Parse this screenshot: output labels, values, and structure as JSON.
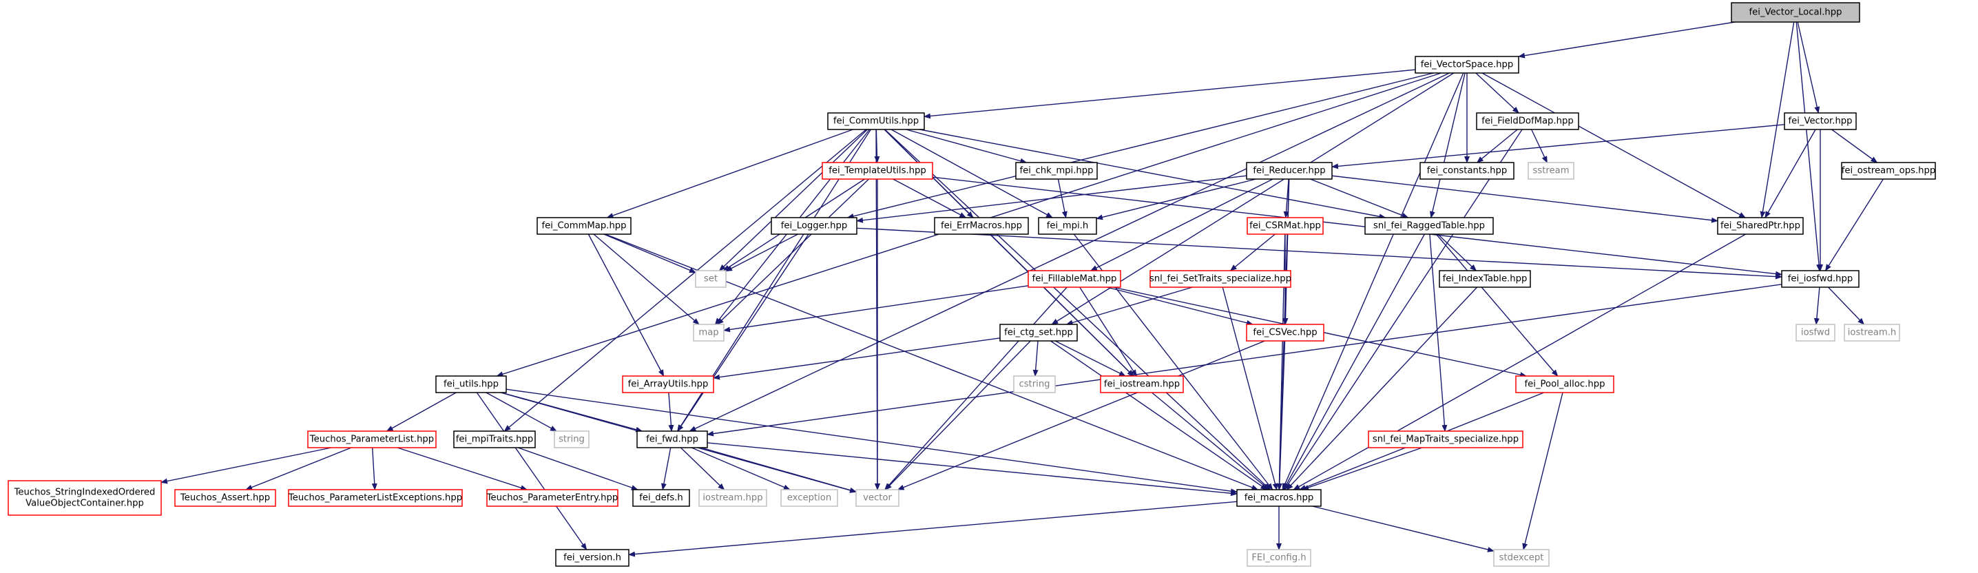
{
  "colors": {
    "edge": "#191970",
    "root_fill": "#bfbfbf",
    "node_fill": "#ffffff",
    "documented_border": "#000000",
    "undocumented_border": "#ff0000",
    "system_border": "#bfbfbf",
    "text": "#000000",
    "system_text": "#7f7f7f"
  },
  "nodes": [
    {
      "id": "n_root",
      "label": "fei_Vector_Local.hpp",
      "kind": "root"
    },
    {
      "id": "n_vectorspace",
      "label": "fei_VectorSpace.hpp",
      "kind": "documented"
    },
    {
      "id": "n_commutils",
      "label": "fei_CommUtils.hpp",
      "kind": "documented"
    },
    {
      "id": "n_fielddofmap",
      "label": "fei_FieldDofMap.hpp",
      "kind": "documented"
    },
    {
      "id": "n_vector",
      "label": "fei_Vector.hpp",
      "kind": "documented"
    },
    {
      "id": "n_templateutils",
      "label": "fei_TemplateUtils.hpp",
      "kind": "undocumented"
    },
    {
      "id": "n_chkmpi",
      "label": "fei_chk_mpi.hpp",
      "kind": "documented"
    },
    {
      "id": "n_reducer",
      "label": "fei_Reducer.hpp",
      "kind": "documented"
    },
    {
      "id": "n_constants",
      "label": "fei_constants.hpp",
      "kind": "documented"
    },
    {
      "id": "n_sstream",
      "label": "sstream",
      "kind": "system"
    },
    {
      "id": "n_ostreamops",
      "label": "fei_ostream_ops.hpp",
      "kind": "documented"
    },
    {
      "id": "n_commmap",
      "label": "fei_CommMap.hpp",
      "kind": "documented"
    },
    {
      "id": "n_logger",
      "label": "fei_Logger.hpp",
      "kind": "documented"
    },
    {
      "id": "n_errmacros",
      "label": "fei_ErrMacros.hpp",
      "kind": "documented"
    },
    {
      "id": "n_mpih",
      "label": "fei_mpi.h",
      "kind": "documented"
    },
    {
      "id": "n_csrmat",
      "label": "fei_CSRMat.hpp",
      "kind": "undocumented"
    },
    {
      "id": "n_raggedtable",
      "label": "snl_fei_RaggedTable.hpp",
      "kind": "documented"
    },
    {
      "id": "n_sharedptr",
      "label": "fei_SharedPtr.hpp",
      "kind": "documented"
    },
    {
      "id": "n_set",
      "label": "set",
      "kind": "system"
    },
    {
      "id": "n_settraits",
      "label": "snl_fei_SetTraits_specialize.hpp",
      "kind": "undocumented"
    },
    {
      "id": "n_fillablemat",
      "label": "fei_FillableMat.hpp",
      "kind": "undocumented"
    },
    {
      "id": "n_indextable",
      "label": "fei_IndexTable.hpp",
      "kind": "documented"
    },
    {
      "id": "n_iosfwd",
      "label": "fei_iosfwd.hpp",
      "kind": "documented"
    },
    {
      "id": "n_map",
      "label": "map",
      "kind": "system"
    },
    {
      "id": "n_ctgset",
      "label": "fei_ctg_set.hpp",
      "kind": "documented"
    },
    {
      "id": "n_csvec",
      "label": "fei_CSVec.hpp",
      "kind": "undocumented"
    },
    {
      "id": "n_iosfwd_sys",
      "label": "iosfwd",
      "kind": "system"
    },
    {
      "id": "n_iostreamh",
      "label": "iostream.h",
      "kind": "system"
    },
    {
      "id": "n_cstring",
      "label": "cstring",
      "kind": "system"
    },
    {
      "id": "n_arrayutils",
      "label": "fei_ArrayUtils.hpp",
      "kind": "undocumented"
    },
    {
      "id": "n_feiiostream",
      "label": "fei_iostream.hpp",
      "kind": "undocumented"
    },
    {
      "id": "n_poolalloc",
      "label": "fei_Pool_alloc.hpp",
      "kind": "undocumented"
    },
    {
      "id": "n_utils",
      "label": "fei_utils.hpp",
      "kind": "documented"
    },
    {
      "id": "n_paramlist",
      "label": "Teuchos_ParameterList.hpp",
      "kind": "undocumented"
    },
    {
      "id": "n_mpitraits",
      "label": "fei_mpiTraits.hpp",
      "kind": "documented"
    },
    {
      "id": "n_string",
      "label": "string",
      "kind": "system"
    },
    {
      "id": "n_fwd",
      "label": "fei_fwd.hpp",
      "kind": "documented"
    },
    {
      "id": "n_maptraits",
      "label": "snl_fei_MapTraits_specialize.hpp",
      "kind": "undocumented"
    },
    {
      "id": "n_stringindexed",
      "label": "Teuchos_StringIndexedOrdered\nValueObjectContainer.hpp",
      "kind": "undocumented"
    },
    {
      "id": "n_assert",
      "label": "Teuchos_Assert.hpp",
      "kind": "undocumented"
    },
    {
      "id": "n_plexceptions",
      "label": "Teuchos_ParameterListExceptions.hpp",
      "kind": "undocumented"
    },
    {
      "id": "n_paramentry",
      "label": "Teuchos_ParameterEntry.hpp",
      "kind": "undocumented"
    },
    {
      "id": "n_defs",
      "label": "fei_defs.h",
      "kind": "documented"
    },
    {
      "id": "n_iostreamhpp",
      "label": "iostream.hpp",
      "kind": "system"
    },
    {
      "id": "n_exception",
      "label": "exception",
      "kind": "system"
    },
    {
      "id": "n_vector_std",
      "label": "vector",
      "kind": "system"
    },
    {
      "id": "n_macros",
      "label": "fei_macros.hpp",
      "kind": "documented"
    },
    {
      "id": "n_version",
      "label": "fei_version.h",
      "kind": "documented"
    },
    {
      "id": "n_feiconfig",
      "label": "FEI_config.h",
      "kind": "system"
    },
    {
      "id": "n_stdexcept",
      "label": "stdexcept",
      "kind": "system"
    }
  ],
  "edges": [
    [
      "n_root",
      "n_vectorspace"
    ],
    [
      "n_root",
      "n_vector"
    ],
    [
      "n_root",
      "n_sharedptr"
    ],
    [
      "n_root",
      "n_iosfwd"
    ],
    [
      "n_vectorspace",
      "n_commutils"
    ],
    [
      "n_vectorspace",
      "n_fielddofmap"
    ],
    [
      "n_vectorspace",
      "n_constants"
    ],
    [
      "n_vectorspace",
      "n_logger"
    ],
    [
      "n_vectorspace",
      "n_raggedtable"
    ],
    [
      "n_vectorspace",
      "n_sharedptr"
    ],
    [
      "n_vectorspace",
      "n_ctgset"
    ],
    [
      "n_vectorspace",
      "n_utils"
    ],
    [
      "n_vectorspace",
      "n_fwd"
    ],
    [
      "n_vectorspace",
      "n_macros"
    ],
    [
      "n_commutils",
      "n_templateutils"
    ],
    [
      "n_commutils",
      "n_chkmpi"
    ],
    [
      "n_commutils",
      "n_commmap"
    ],
    [
      "n_commutils",
      "n_errmacros"
    ],
    [
      "n_commutils",
      "n_mpih"
    ],
    [
      "n_commutils",
      "n_raggedtable"
    ],
    [
      "n_commutils",
      "n_set"
    ],
    [
      "n_commutils",
      "n_map"
    ],
    [
      "n_commutils",
      "n_feiiostream"
    ],
    [
      "n_commutils",
      "n_mpitraits"
    ],
    [
      "n_commutils",
      "n_fwd"
    ],
    [
      "n_commutils",
      "n_vector_std"
    ],
    [
      "n_commutils",
      "n_macros"
    ],
    [
      "n_fielddofmap",
      "n_constants"
    ],
    [
      "n_fielddofmap",
      "n_sstream"
    ],
    [
      "n_fielddofmap",
      "n_macros"
    ],
    [
      "n_vector",
      "n_reducer"
    ],
    [
      "n_vector",
      "n_ostreamops"
    ],
    [
      "n_vector",
      "n_sharedptr"
    ],
    [
      "n_vector",
      "n_iosfwd"
    ],
    [
      "n_templateutils",
      "n_errmacros"
    ],
    [
      "n_templateutils",
      "n_set"
    ],
    [
      "n_templateutils",
      "n_map"
    ],
    [
      "n_templateutils",
      "n_vector_std"
    ],
    [
      "n_templateutils",
      "n_iosfwd"
    ],
    [
      "n_chkmpi",
      "n_mpih"
    ],
    [
      "n_reducer",
      "n_logger"
    ],
    [
      "n_reducer",
      "n_mpih"
    ],
    [
      "n_reducer",
      "n_csrmat"
    ],
    [
      "n_reducer",
      "n_fillablemat"
    ],
    [
      "n_reducer",
      "n_csvec"
    ],
    [
      "n_reducer",
      "n_raggedtable"
    ],
    [
      "n_reducer",
      "n_sharedptr"
    ],
    [
      "n_reducer",
      "n_macros"
    ],
    [
      "n_ostreamops",
      "n_iosfwd"
    ],
    [
      "n_commmap",
      "n_set"
    ],
    [
      "n_commmap",
      "n_map"
    ],
    [
      "n_commmap",
      "n_arrayutils"
    ],
    [
      "n_commmap",
      "n_macros"
    ],
    [
      "n_logger",
      "n_set"
    ],
    [
      "n_logger",
      "n_iosfwd"
    ],
    [
      "n_logger",
      "n_fwd"
    ],
    [
      "n_errmacros",
      "n_feiiostream"
    ],
    [
      "n_mpih",
      "n_macros"
    ],
    [
      "n_csrmat",
      "n_settraits"
    ],
    [
      "n_csrmat",
      "n_csvec"
    ],
    [
      "n_csrmat",
      "n_macros"
    ],
    [
      "n_raggedtable",
      "n_indextable"
    ],
    [
      "n_raggedtable",
      "n_poolalloc"
    ],
    [
      "n_raggedtable",
      "n_maptraits"
    ],
    [
      "n_raggedtable",
      "n_macros"
    ],
    [
      "n_sharedptr",
      "n_macros"
    ],
    [
      "n_settraits",
      "n_ctgset"
    ],
    [
      "n_settraits",
      "n_macros"
    ],
    [
      "n_fillablemat",
      "n_map"
    ],
    [
      "n_fillablemat",
      "n_csvec"
    ],
    [
      "n_fillablemat",
      "n_feiiostream"
    ],
    [
      "n_fillablemat",
      "n_poolalloc"
    ],
    [
      "n_fillablemat",
      "n_vector_std"
    ],
    [
      "n_indextable",
      "n_macros"
    ],
    [
      "n_iosfwd",
      "n_iosfwd_sys"
    ],
    [
      "n_iosfwd",
      "n_iostreamh"
    ],
    [
      "n_iosfwd",
      "n_fwd"
    ],
    [
      "n_ctgset",
      "n_cstring"
    ],
    [
      "n_ctgset",
      "n_arrayutils"
    ],
    [
      "n_ctgset",
      "n_feiiostream"
    ],
    [
      "n_ctgset",
      "n_vector_std"
    ],
    [
      "n_ctgset",
      "n_macros"
    ],
    [
      "n_csvec",
      "n_vector_std"
    ],
    [
      "n_csvec",
      "n_macros"
    ],
    [
      "n_arrayutils",
      "n_fwd"
    ],
    [
      "n_feiiostream",
      "n_macros"
    ],
    [
      "n_poolalloc",
      "n_macros"
    ],
    [
      "n_poolalloc",
      "n_stdexcept"
    ],
    [
      "n_utils",
      "n_paramlist"
    ],
    [
      "n_utils",
      "n_string"
    ],
    [
      "n_utils",
      "n_fwd"
    ],
    [
      "n_utils",
      "n_vector_std"
    ],
    [
      "n_utils",
      "n_macros"
    ],
    [
      "n_utils",
      "n_version"
    ],
    [
      "n_paramlist",
      "n_stringindexed"
    ],
    [
      "n_paramlist",
      "n_assert"
    ],
    [
      "n_paramlist",
      "n_plexceptions"
    ],
    [
      "n_paramlist",
      "n_paramentry"
    ],
    [
      "n_mpitraits",
      "n_defs"
    ],
    [
      "n_fwd",
      "n_defs"
    ],
    [
      "n_fwd",
      "n_iostreamhpp"
    ],
    [
      "n_fwd",
      "n_exception"
    ],
    [
      "n_fwd",
      "n_vector_std"
    ],
    [
      "n_fwd",
      "n_macros"
    ],
    [
      "n_maptraits",
      "n_macros"
    ],
    [
      "n_macros",
      "n_version"
    ],
    [
      "n_macros",
      "n_feiconfig"
    ],
    [
      "n_macros",
      "n_stdexcept"
    ]
  ]
}
